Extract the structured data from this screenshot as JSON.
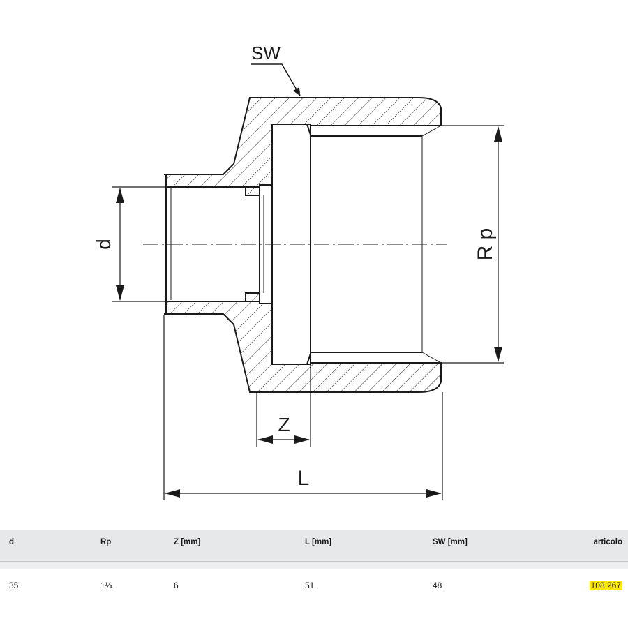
{
  "drawing": {
    "labels": {
      "sw": "SW",
      "d": "d",
      "rp": "R p",
      "z": "Z",
      "l": "L"
    },
    "colors": {
      "line": "#1a1a1a",
      "hatch": "#1a1a1a",
      "highlight": "#ffe800",
      "table_header": "#e6e8e9"
    }
  },
  "table": {
    "headers": [
      "d",
      "Rp",
      "Z [mm]",
      "L [mm]",
      "SW [mm]",
      "articolo"
    ],
    "rows": [
      [
        "35",
        "1¼",
        "6",
        "51",
        "48",
        "108 267"
      ]
    ]
  }
}
